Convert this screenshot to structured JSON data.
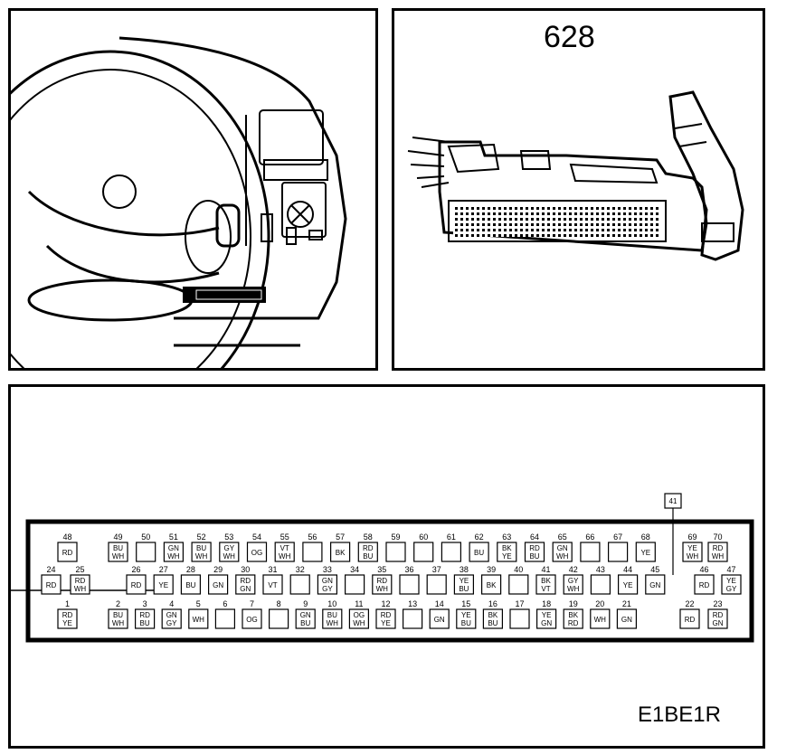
{
  "figure_number": "628",
  "reference_code": "E1BE1R",
  "pins": {
    "row1": [
      {
        "n": "1",
        "c1": "RD",
        "c2": "YE"
      },
      {
        "n": "2",
        "c1": "BU",
        "c2": "WH"
      },
      {
        "n": "3",
        "c1": "RD",
        "c2": "BU"
      },
      {
        "n": "4",
        "c1": "GN",
        "c2": "GY"
      },
      {
        "n": "5",
        "c1": "WH",
        "c2": ""
      },
      {
        "n": "6",
        "c1": "",
        "c2": ""
      },
      {
        "n": "7",
        "c1": "OG",
        "c2": ""
      },
      {
        "n": "8",
        "c1": "",
        "c2": ""
      },
      {
        "n": "9",
        "c1": "GN",
        "c2": "BU"
      },
      {
        "n": "10",
        "c1": "BU",
        "c2": "WH"
      },
      {
        "n": "11",
        "c1": "OG",
        "c2": "WH"
      },
      {
        "n": "12",
        "c1": "RD",
        "c2": "YE"
      },
      {
        "n": "13",
        "c1": "",
        "c2": ""
      },
      {
        "n": "14",
        "c1": "GN",
        "c2": ""
      },
      {
        "n": "15",
        "c1": "YE",
        "c2": "BU"
      },
      {
        "n": "16",
        "c1": "BK",
        "c2": "BU"
      },
      {
        "n": "17",
        "c1": "",
        "c2": ""
      },
      {
        "n": "18",
        "c1": "YE",
        "c2": "GN"
      },
      {
        "n": "19",
        "c1": "BK",
        "c2": "RD"
      },
      {
        "n": "20",
        "c1": "WH",
        "c2": ""
      },
      {
        "n": "21",
        "c1": "GN",
        "c2": ""
      },
      {
        "n": "22",
        "c1": "RD",
        "c2": ""
      },
      {
        "n": "23",
        "c1": "RD",
        "c2": "GN"
      }
    ],
    "row2": [
      {
        "n": "24",
        "c1": "RD",
        "c2": ""
      },
      {
        "n": "25",
        "c1": "RD",
        "c2": "WH"
      },
      {
        "n": "26",
        "c1": "RD",
        "c2": ""
      },
      {
        "n": "27",
        "c1": "YE",
        "c2": ""
      },
      {
        "n": "28",
        "c1": "BU",
        "c2": ""
      },
      {
        "n": "29",
        "c1": "GN",
        "c2": ""
      },
      {
        "n": "30",
        "c1": "RD",
        "c2": "GN"
      },
      {
        "n": "31",
        "c1": "VT",
        "c2": ""
      },
      {
        "n": "32",
        "c1": "",
        "c2": ""
      },
      {
        "n": "33",
        "c1": "GN",
        "c2": "GY"
      },
      {
        "n": "34",
        "c1": "",
        "c2": ""
      },
      {
        "n": "35",
        "c1": "RD",
        "c2": "WH"
      },
      {
        "n": "36",
        "c1": "",
        "c2": ""
      },
      {
        "n": "37",
        "c1": "",
        "c2": ""
      },
      {
        "n": "38",
        "c1": "YE",
        "c2": "BU"
      },
      {
        "n": "39",
        "c1": "BK",
        "c2": ""
      },
      {
        "n": "40",
        "c1": "",
        "c2": ""
      },
      {
        "n": "41",
        "c1": "BK",
        "c2": "VT"
      },
      {
        "n": "42",
        "c1": "GY",
        "c2": "WH"
      },
      {
        "n": "43",
        "c1": "",
        "c2": ""
      },
      {
        "n": "44",
        "c1": "YE",
        "c2": ""
      },
      {
        "n": "45",
        "c1": "GN",
        "c2": ""
      },
      {
        "n": "46",
        "c1": "RD",
        "c2": ""
      },
      {
        "n": "47",
        "c1": "YE",
        "c2": "GY"
      }
    ],
    "row3": [
      {
        "n": "48",
        "c1": "RD",
        "c2": ""
      },
      {
        "n": "49",
        "c1": "BU",
        "c2": "WH"
      },
      {
        "n": "50",
        "c1": "",
        "c2": ""
      },
      {
        "n": "51",
        "c1": "GN",
        "c2": "WH"
      },
      {
        "n": "52",
        "c1": "BU",
        "c2": "WH"
      },
      {
        "n": "53",
        "c1": "GY",
        "c2": "WH"
      },
      {
        "n": "54",
        "c1": "OG",
        "c2": ""
      },
      {
        "n": "55",
        "c1": "VT",
        "c2": "WH"
      },
      {
        "n": "56",
        "c1": "",
        "c2": ""
      },
      {
        "n": "57",
        "c1": "BK",
        "c2": ""
      },
      {
        "n": "58",
        "c1": "RD",
        "c2": "BU"
      },
      {
        "n": "59",
        "c1": "",
        "c2": ""
      },
      {
        "n": "60",
        "c1": "",
        "c2": ""
      },
      {
        "n": "61",
        "c1": "",
        "c2": ""
      },
      {
        "n": "62",
        "c1": "BU",
        "c2": ""
      },
      {
        "n": "63",
        "c1": "BK",
        "c2": "YE"
      },
      {
        "n": "64",
        "c1": "RD",
        "c2": "BU"
      },
      {
        "n": "65",
        "c1": "GN",
        "c2": "WH"
      },
      {
        "n": "66",
        "c1": "",
        "c2": ""
      },
      {
        "n": "67",
        "c1": "",
        "c2": ""
      },
      {
        "n": "68",
        "c1": "YE",
        "c2": ""
      },
      {
        "n": "69",
        "c1": "YE",
        "c2": "WH"
      },
      {
        "n": "70",
        "c1": "RD",
        "c2": "WH"
      }
    ],
    "callout_label": "41"
  }
}
